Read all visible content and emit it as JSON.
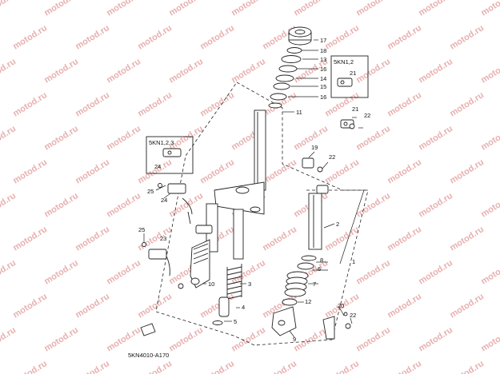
{
  "watermark": {
    "text": "motod.ru",
    "color": "#e8b0b0"
  },
  "diagram": {
    "code": "5KN4010-A170",
    "variant_boxes": [
      {
        "id": "box-a",
        "label": "5KN1,2"
      },
      {
        "id": "box-b",
        "label": "5KN1,2,3"
      }
    ],
    "callouts": [
      "17",
      "18",
      "13",
      "16",
      "14",
      "15",
      "16",
      "11",
      "21",
      "21",
      "22",
      "19",
      "22",
      "24",
      "25",
      "24",
      "2",
      "1",
      "25",
      "23",
      "8",
      "6",
      "7",
      "3",
      "10",
      "12",
      "4",
      "5",
      "20",
      "22",
      "9"
    ]
  }
}
